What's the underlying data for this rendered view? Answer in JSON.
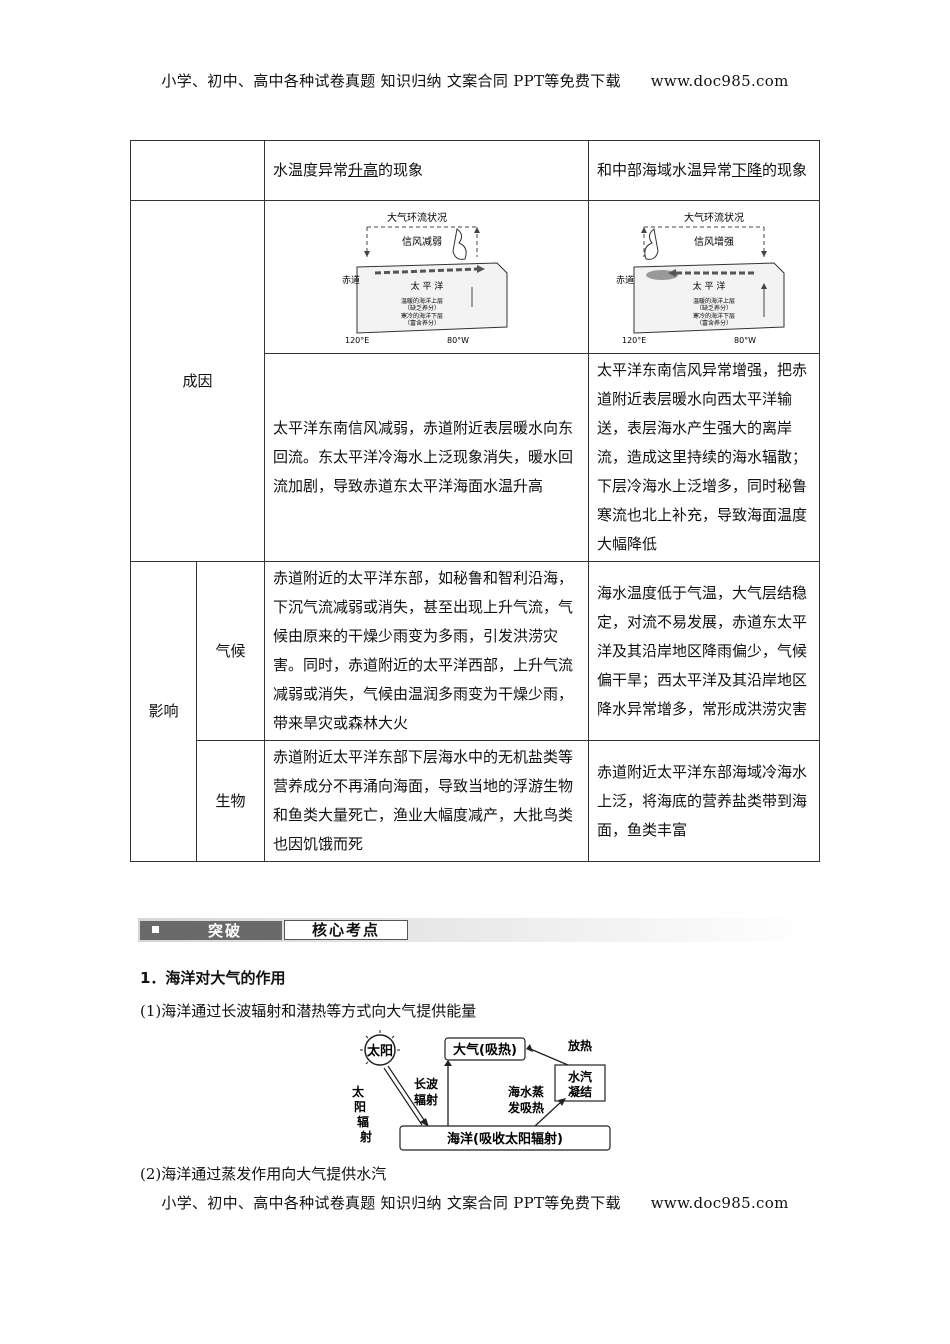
{
  "header": {
    "left": "小学、初中、高中各种试卷真题  知识归纳  文案合同  PPT等免费下载",
    "right": "www.doc985.com"
  },
  "table": {
    "row0": {
      "el_nino_tail": "水温度异常升高的现象",
      "el_nino_pre": "水温度异常",
      "el_nino_ul": "升高",
      "el_nino_post": "的现象",
      "la_nina_pre": "和中部海域水温异常",
      "la_nina_ul": "下降",
      "la_nina_post": "的现象"
    },
    "cause_label": "成因",
    "diagram_left": {
      "top_label": "大气环流状况",
      "wind_label": "信风减弱",
      "equator": "赤道",
      "ocean": "太 平 洋",
      "warm_layer": "温暖的海洋上层",
      "warm_note": "（缺乏养分）",
      "cold_layer": "寒冷的海洋下层",
      "cold_note": "（富含养分）",
      "lon_left": "120°E",
      "lon_right": "80°W"
    },
    "diagram_right": {
      "top_label": "大气环流状况",
      "wind_label": "信风增强",
      "equator": "赤道",
      "ocean": "太 平 洋",
      "warm_layer": "温暖的海洋上层",
      "warm_note": "（缺乏养分）",
      "cold_layer": "寒冷的海洋下层",
      "cold_note": "（富含养分）",
      "lon_left": "120°E",
      "lon_right": "80°W"
    },
    "cause_left": "太平洋东南信风减弱，赤道附近表层暖水向东回流。东太平洋冷海水上泛现象消失，暖水回流加剧，导致赤道东太平洋海面水温升高",
    "cause_right": "太平洋东南信风异常增强，把赤道附近表层暖水向西太平洋输送，表层海水产生强大的离岸流，造成这里持续的海水辐散；下层冷海水上泛增多，同时秘鲁寒流也北上补充，导致海面温度大幅降低",
    "impact_label": "影响",
    "climate_label": "气候",
    "climate_left": "赤道附近的太平洋东部，如秘鲁和智利沿海，下沉气流减弱或消失，甚至出现上升气流，气候由原来的干燥少雨变为多雨，引发洪涝灾害。同时，赤道附近的太平洋西部，上升气流减弱或消失，气候由温润多雨变为干燥少雨，带来旱灾或森林大火",
    "climate_right": "海水温度低于气温，大气层结稳定，对流不易发展，赤道东太平洋及其沿岸地区降雨偏少，气候偏干旱；西太平洋及其沿岸地区降水异常增多，常形成洪涝灾害",
    "bio_label": "生物",
    "bio_left": "赤道附近太平洋东部下层海水中的无机盐类等营养成分不再涌向海面，导致当地的浮游生物和鱼类大量死亡，渔业大幅度减产，大批鸟类也因饥饿而死",
    "bio_right": "赤道附近太平洋东部海域冷海水上泛，将海底的营养盐类带到海面，鱼类丰富"
  },
  "banner": {
    "tag1": "突破",
    "tag2": "核心考点"
  },
  "content": {
    "point1": "1．海洋对大气的作用",
    "point1_1": "(1)海洋通过长波辐射和潜热等方式向大气提供能量",
    "point1_2": "(2)海洋通过蒸发作用向大气提供水汽"
  },
  "energy_diagram": {
    "sun": "太阳",
    "solar_rad_1": "太",
    "solar_rad_2": "阳",
    "solar_rad_3": "辐",
    "solar_rad_4": "射",
    "atmosphere": "大气(吸热)",
    "longwave_1": "长波",
    "longwave_2": "辐射",
    "evap_1": "海水蒸",
    "evap_2": "发吸热",
    "release": "放热",
    "condense_1": "水汽",
    "condense_2": "凝结",
    "ocean": "海洋(吸收太阳辐射)"
  }
}
